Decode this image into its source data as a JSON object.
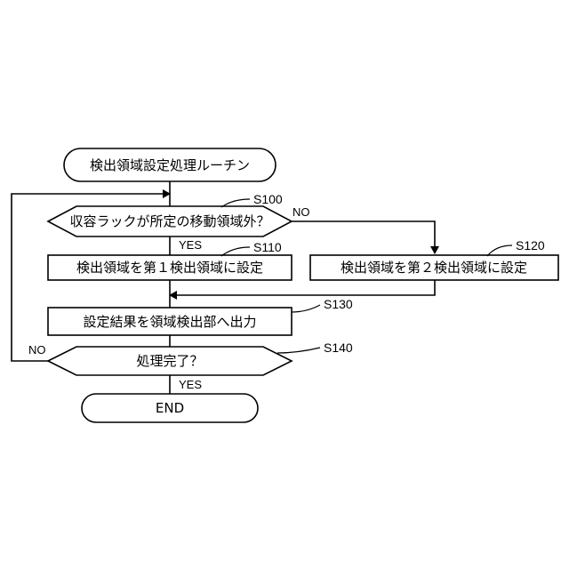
{
  "nodes": {
    "start": {
      "label": "検出領域設定処理ルーチン"
    },
    "decision_s100": {
      "label": "収容ラックが所定の移動領域外？",
      "step": "S100"
    },
    "process_s110": {
      "label": "検出領域を第１検出領域に設定",
      "step": "S110"
    },
    "process_s120": {
      "label": "検出領域を第２検出領域に設定",
      "step": "S120"
    },
    "process_s130": {
      "label": "設定結果を領域検出部へ出力",
      "step": "S130"
    },
    "decision_s140": {
      "label": "処理完了？",
      "step": "S140"
    },
    "end": {
      "label": "END"
    }
  },
  "edge_labels": {
    "s100_yes": "YES",
    "s100_no": "NO",
    "s140_yes": "YES",
    "s140_no": "NO"
  }
}
